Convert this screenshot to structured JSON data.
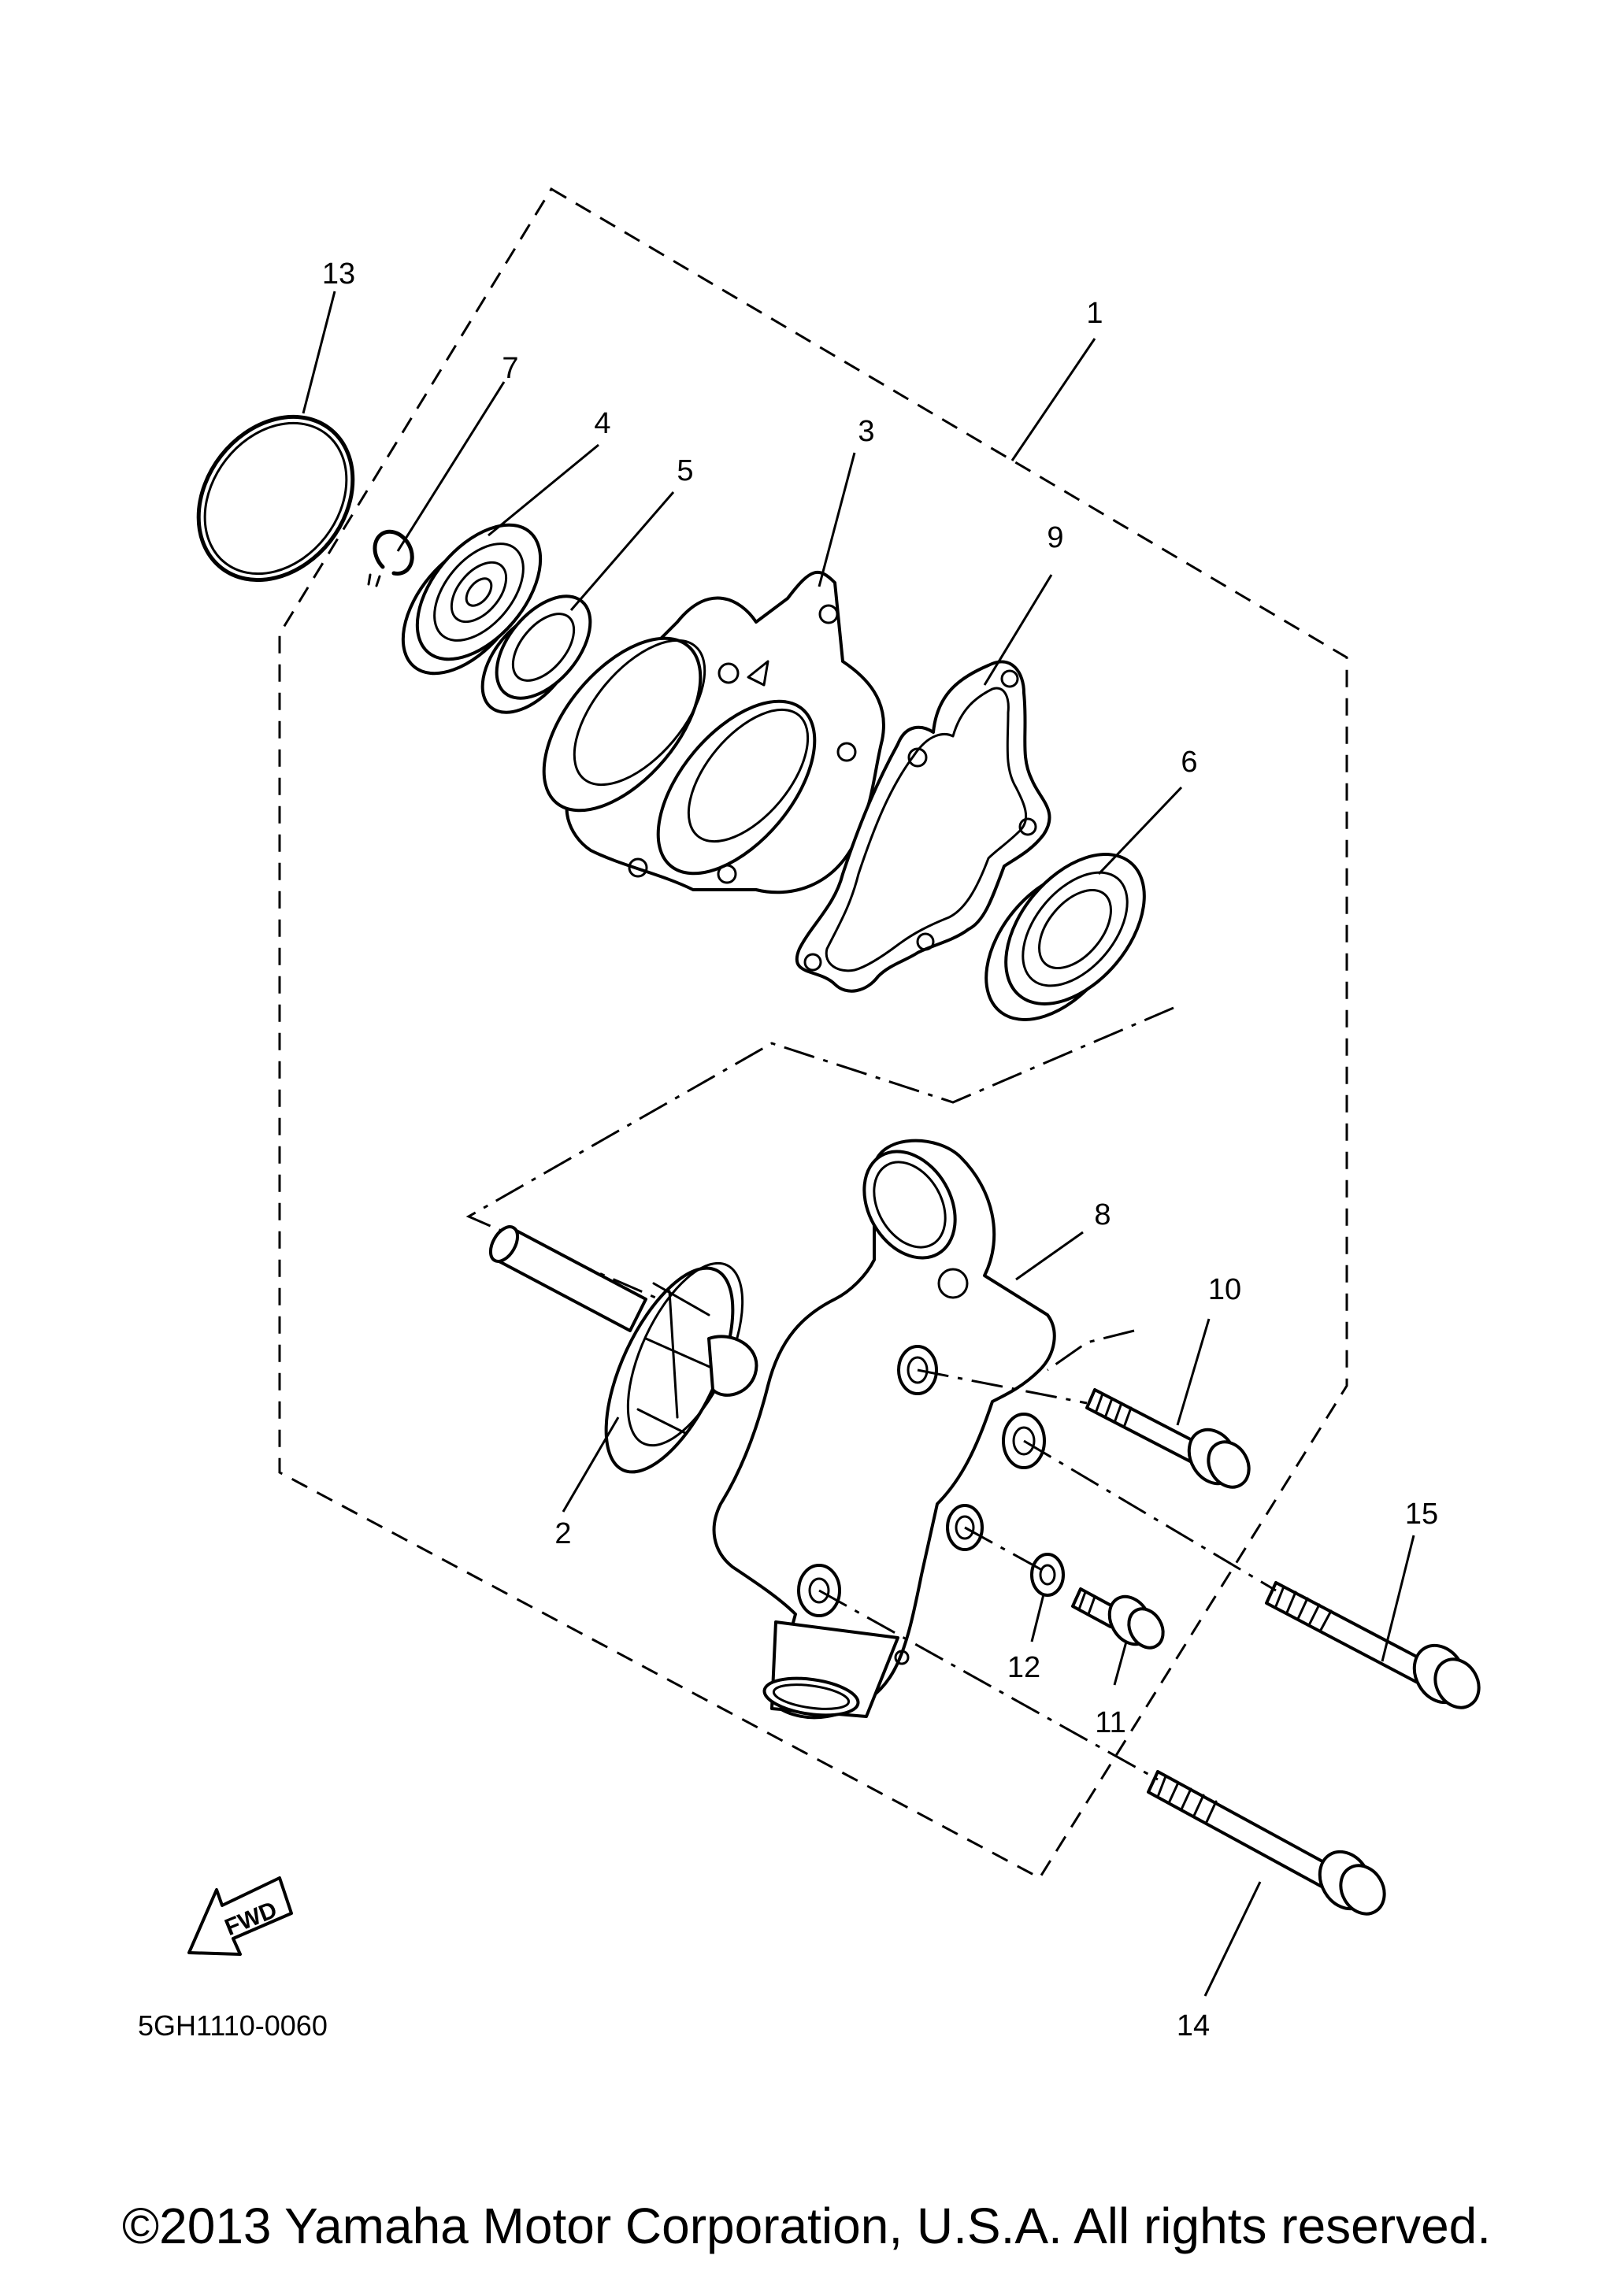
{
  "diagram": {
    "part_numbers": [
      "1",
      "2",
      "3",
      "4",
      "5",
      "6",
      "7",
      "8",
      "9",
      "10",
      "11",
      "12",
      "13",
      "14",
      "15"
    ],
    "fwd_label": "FWD",
    "drawing_code": "5GH1110-0060"
  },
  "footer": {
    "copyright": "©2013 Yamaha Motor Corporation, U.S.A. All rights reserved."
  }
}
